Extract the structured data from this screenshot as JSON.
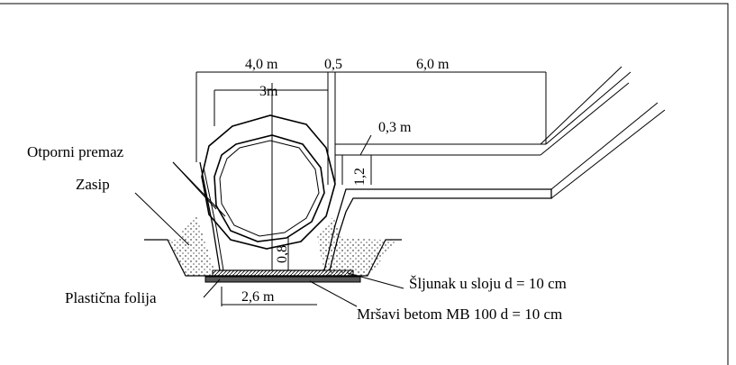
{
  "dimensions": {
    "width_total": "4,0 m",
    "gap": "0,5",
    "width_right": "6,0 m",
    "pipe_diameter": "3m",
    "wall": "0,3 m",
    "height": "1,2",
    "bottom": "0,8",
    "base_width": "2,6 m"
  },
  "labels": {
    "coating": "Otporni premaz",
    "backfill": "Zasip",
    "plastic_foil": "Plastična folija",
    "gravel": "Šljunak u sloju d = 10 cm",
    "lean_concrete": "Mršavi betom MB 100 d = 10 cm"
  },
  "colors": {
    "line": "#000000",
    "background": "#ffffff"
  }
}
